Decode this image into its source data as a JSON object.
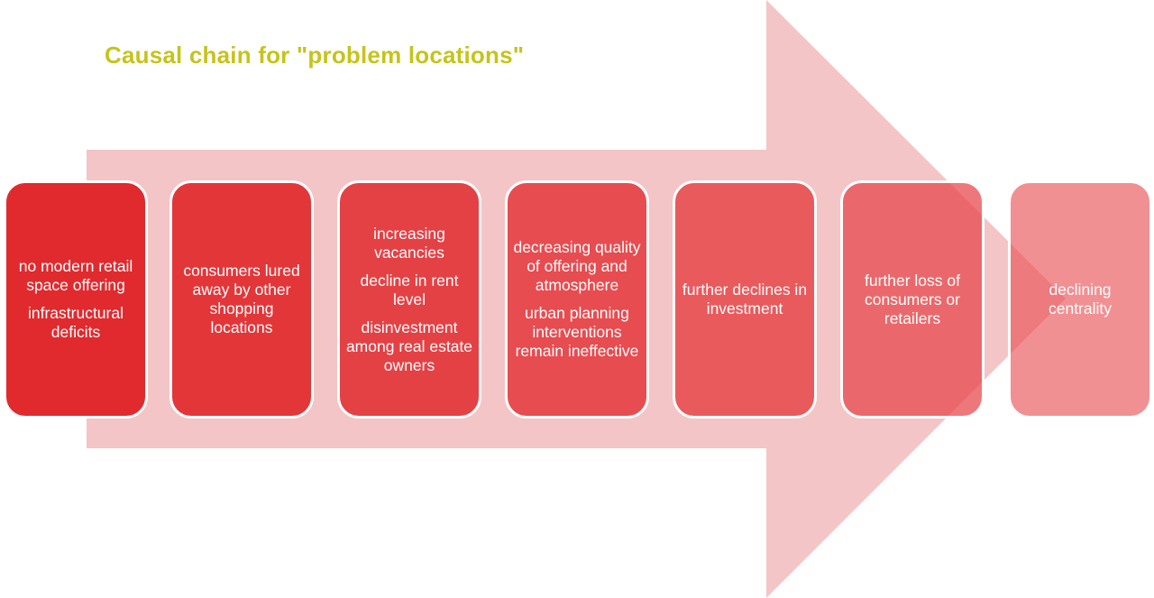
{
  "title": "Causal chain for \"problem locations\"",
  "colors": {
    "title": "#c5c41c",
    "arrow": "#f4c5c6",
    "box_start": "#e02a2e",
    "box_text": "#ffffff"
  },
  "steps": [
    {
      "lines": [
        "no modern retail space offering",
        "infrastructural deficits"
      ]
    },
    {
      "lines": [
        "consumers lured away by other shopping locations"
      ]
    },
    {
      "lines": [
        "increasing vacancies",
        "decline in rent level",
        "disinvestment among real estate owners"
      ]
    },
    {
      "lines": [
        "decreasing quality of offering and atmosphere",
        "urban planning interventions remain ineffective"
      ]
    },
    {
      "lines": [
        "further declines in investment"
      ]
    },
    {
      "lines": [
        "further loss of consumers or retailers"
      ]
    },
    {
      "lines": [
        "declining centrality"
      ]
    }
  ]
}
